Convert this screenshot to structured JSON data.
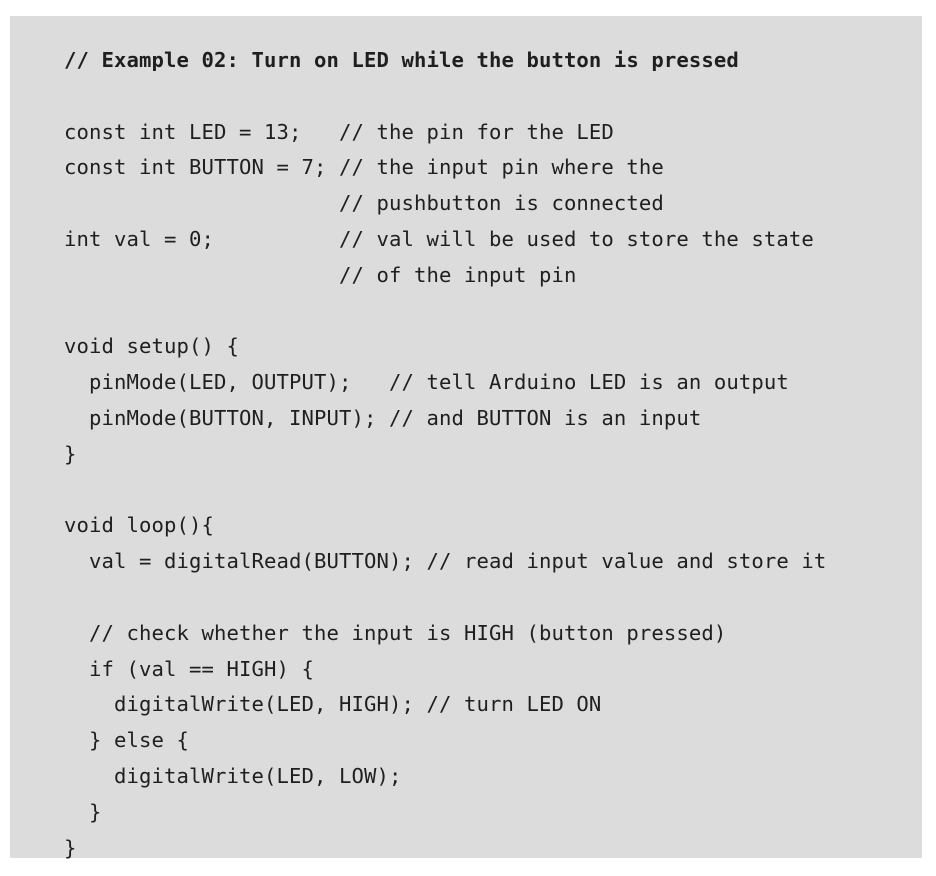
{
  "code": {
    "lines": [
      {
        "text": "// Example 02: Turn on LED while the button is pressed",
        "bold": true
      },
      {
        "text": "",
        "bold": false
      },
      {
        "text": "const int LED = 13;   // the pin for the LED",
        "bold": false
      },
      {
        "text": "const int BUTTON = 7; // the input pin where the",
        "bold": false
      },
      {
        "text": "                      // pushbutton is connected",
        "bold": false
      },
      {
        "text": "int val = 0;          // val will be used to store the state",
        "bold": false
      },
      {
        "text": "                      // of the input pin",
        "bold": false
      },
      {
        "text": "",
        "bold": false
      },
      {
        "text": "void setup() {",
        "bold": false
      },
      {
        "text": "  pinMode(LED, OUTPUT);   // tell Arduino LED is an output",
        "bold": false
      },
      {
        "text": "  pinMode(BUTTON, INPUT); // and BUTTON is an input",
        "bold": false
      },
      {
        "text": "}",
        "bold": false
      },
      {
        "text": "",
        "bold": false
      },
      {
        "text": "void loop(){",
        "bold": false
      },
      {
        "text": "  val = digitalRead(BUTTON); // read input value and store it",
        "bold": false
      },
      {
        "text": "",
        "bold": false
      },
      {
        "text": "  // check whether the input is HIGH (button pressed)",
        "bold": false
      },
      {
        "text": "  if (val == HIGH) {",
        "bold": false
      },
      {
        "text": "    digitalWrite(LED, HIGH); // turn LED ON",
        "bold": false
      },
      {
        "text": "  } else {",
        "bold": false
      },
      {
        "text": "    digitalWrite(LED, LOW);",
        "bold": false
      },
      {
        "text": "  }",
        "bold": false
      },
      {
        "text": "}",
        "bold": false
      }
    ]
  }
}
